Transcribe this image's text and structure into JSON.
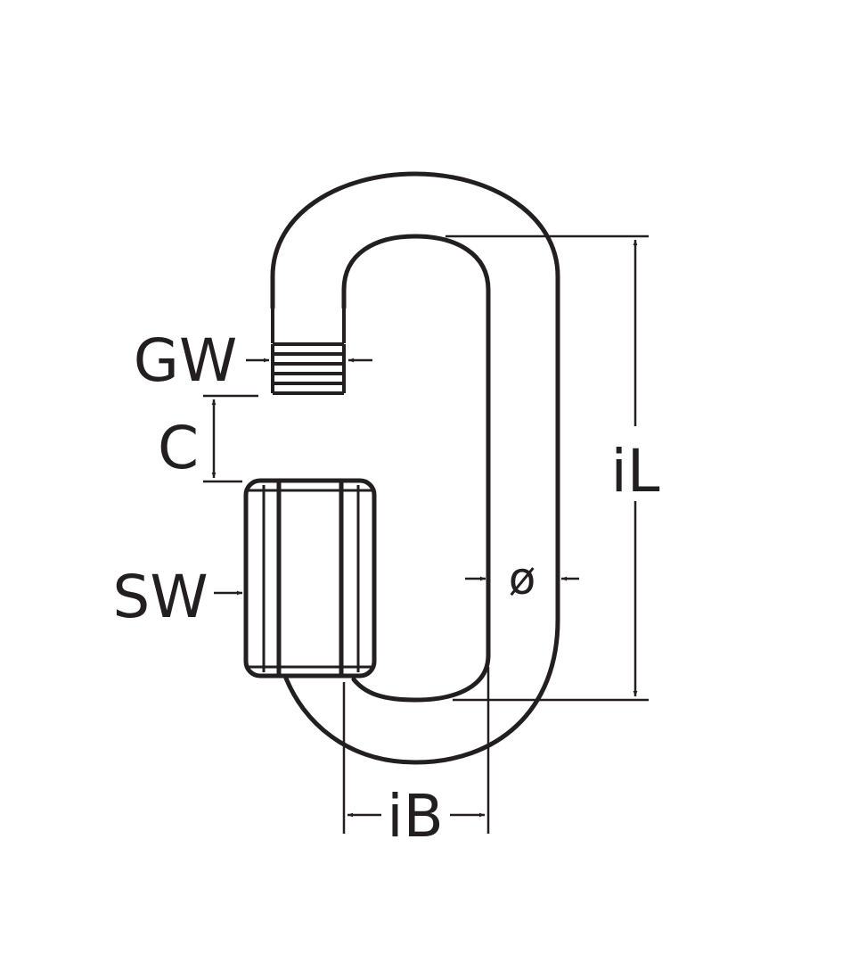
{
  "diagram": {
    "labels": {
      "gw": "GW",
      "c": "C",
      "sw": "SW",
      "diameter": "ø",
      "il": "iL",
      "ib": "iB"
    },
    "colors": {
      "line": "#231f20",
      "background": "#ffffff"
    }
  }
}
